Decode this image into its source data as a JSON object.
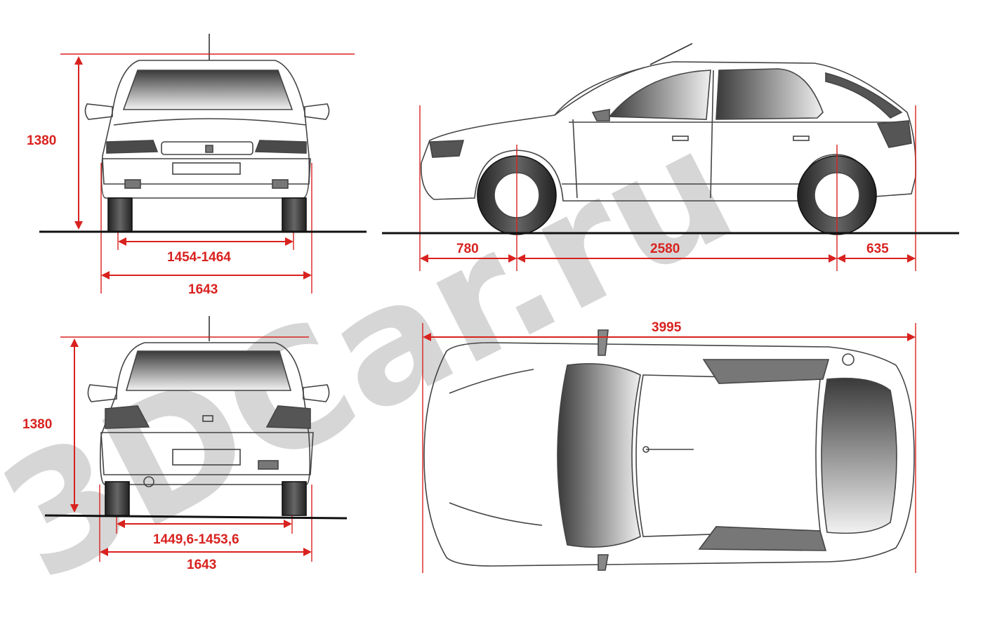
{
  "watermark": "3DCar.ru",
  "colors": {
    "dimension": "#d8221f",
    "outline": "#444444",
    "ground": "#111111",
    "watermark": "#cfcfcf",
    "glass_top": "#3a3a3a",
    "glass_bottom": "#f2f2f2"
  },
  "dimensions": {
    "front_height": "1380",
    "front_track": "1454-1464",
    "front_width": "1643",
    "rear_height": "1380",
    "rear_track": "1449,6-1453,6",
    "rear_width": "1643",
    "front_overhang": "780",
    "wheelbase": "2580",
    "rear_overhang": "635",
    "overall_length": "3995"
  }
}
